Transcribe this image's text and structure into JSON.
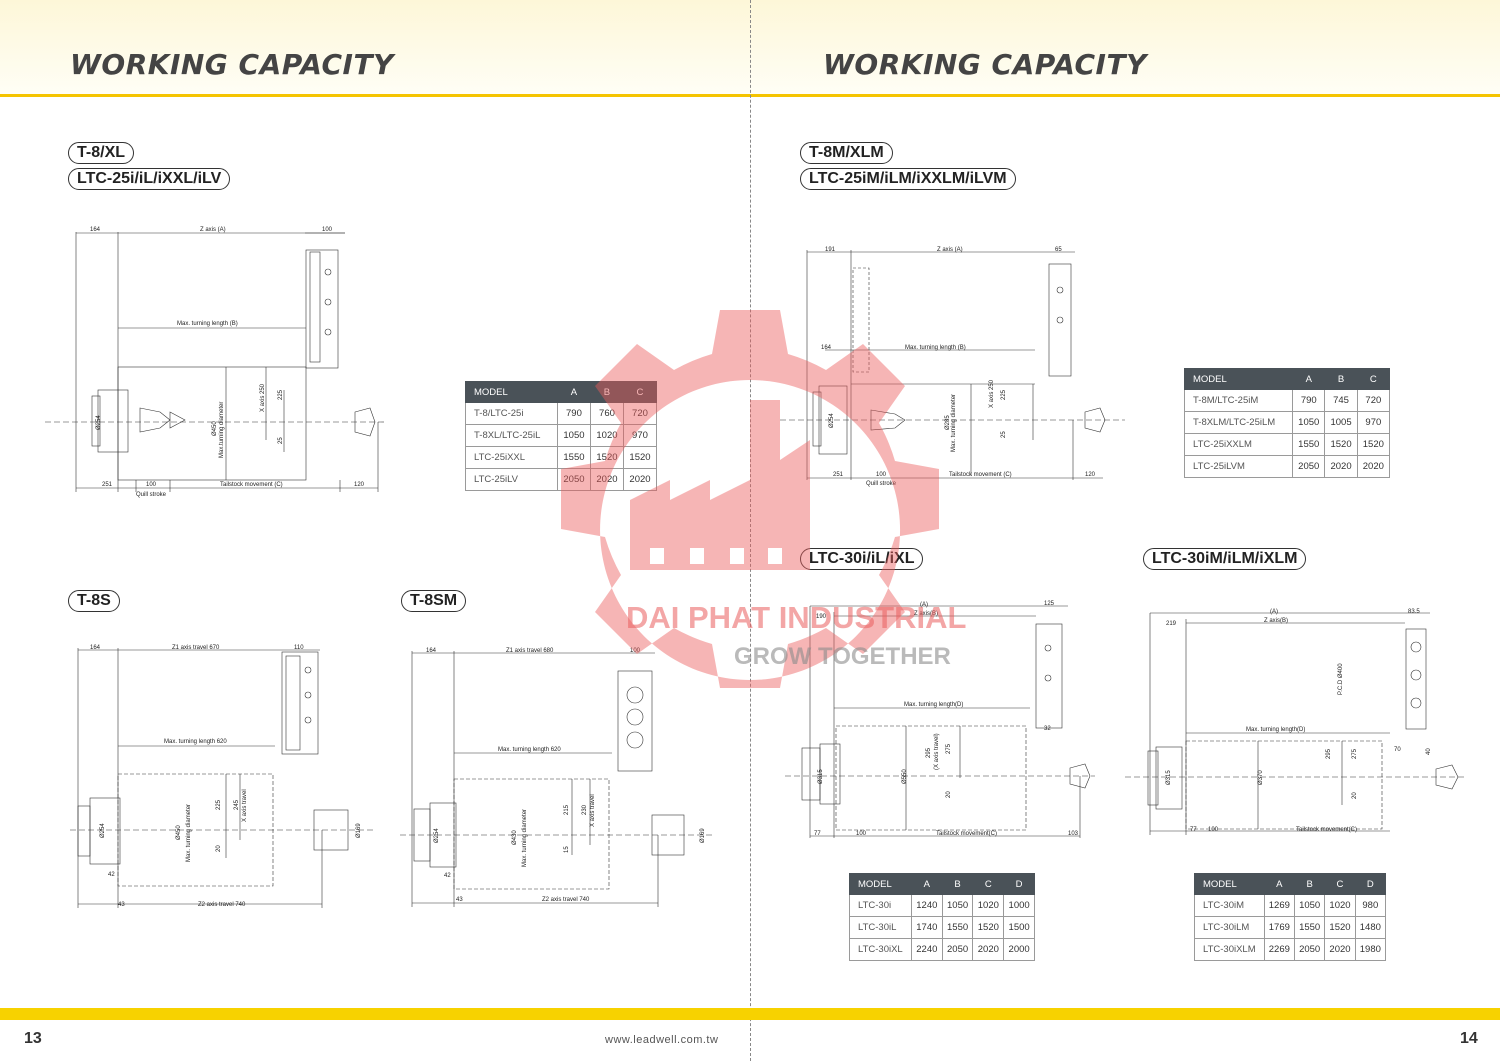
{
  "header": {
    "left_title": "WORKING CAPACITY",
    "right_title": "WORKING CAPACITY"
  },
  "sections": {
    "t8": {
      "label1": "T-8/XL",
      "label2": "LTC-25i/iL/iXXL/iLV"
    },
    "t8m": {
      "label1": "T-8M/XLM",
      "label2": "LTC-25iM/iLM/iXXLM/iLVM"
    },
    "t8s": {
      "label": "T-8S"
    },
    "t8sm": {
      "label": "T-8SM"
    },
    "ltc30": {
      "label": "LTC-30i/iL/iXL"
    },
    "ltc30m": {
      "label": "LTC-30iM/iLM/iXLM"
    }
  },
  "drawings": {
    "t8": {
      "d164": "164",
      "z_axis": "Z axis (A)",
      "d100": "100",
      "max_turn": "Max. turning length (B)",
      "d254": "Ø254",
      "d450": "Ø450",
      "max_dia": "Max.turning diameter",
      "x250": "X axis 250",
      "d225": "225",
      "d25": "25",
      "d251": "251",
      "d100b": "100",
      "quill": "Quill stroke",
      "tail": "Tailstock movement (C)",
      "d120": "120"
    },
    "t8m": {
      "d191": "191",
      "z_axis": "Z axis (A)",
      "d65": "65",
      "d164": "164",
      "max_turn": "Max. turning length (B)",
      "d254": "Ø254",
      "d285": "Ø285",
      "max_dia": "Max. turning diameter",
      "x250": "X axis 250",
      "d225": "225",
      "d25": "25",
      "d251": "251",
      "d100": "100",
      "quill": "Quill stroke",
      "tail": "Tailstock movement (C)",
      "d120": "120"
    },
    "t8s": {
      "d164": "164",
      "z1": "Z1 axis travel 670",
      "d110": "110",
      "max_turn": "Max. turning length 620",
      "d254": "Ø254",
      "d450": "Ø450",
      "max_dia": "Max. turning diameter",
      "d225": "225",
      "d245": "245",
      "xaxis": "X axis travel",
      "d20": "20",
      "d169": "Ø169",
      "d42": "42",
      "d43": "43",
      "z2": "Z2 axis travel 740"
    },
    "t8sm": {
      "d164": "164",
      "z1": "Z1 axis travel 680",
      "d100": "100",
      "max_turn": "Max. turning length 620",
      "d254": "Ø254",
      "d430": "Ø430",
      "max_dia": "Max. turning diameter",
      "d215": "215",
      "d230": "230",
      "xaxis": "X axis travel",
      "d15": "15",
      "d169": "Ø169",
      "d42": "42",
      "d43": "43",
      "z2": "Z2 axis travel 740"
    },
    "ltc30": {
      "d190": "190",
      "a": "(A)",
      "z_axis": "Z axis(B)",
      "d125": "125",
      "max_turn": "Max. turning length(D)",
      "d32": "32",
      "d315": "Ø315",
      "d550": "Ø550",
      "d295": "295",
      "xaxis": "(X axis travel)",
      "d275": "275",
      "d20": "20",
      "d77": "77",
      "d100": "100",
      "tail": "Tailstock movement(C)",
      "d103": "103"
    },
    "ltc30m": {
      "d219": "219",
      "a": "(A)",
      "z_axis": "Z axis(B)",
      "d835": "83.5",
      "pcd": "P.C.D Ø400",
      "max_turn": "Max. turning length(D)",
      "d70": "70",
      "d40": "40",
      "d315": "Ø315",
      "d370": "Ø370",
      "d295": "295",
      "d275": "275",
      "d20": "20",
      "d77": "77",
      "d100": "100",
      "tail": "Tailstock movement(C)"
    }
  },
  "tables": {
    "t8": {
      "headers": [
        "MODEL",
        "A",
        "B",
        "C"
      ],
      "rows": [
        [
          "T-8/LTC-25i",
          "790",
          "760",
          "720"
        ],
        [
          "T-8XL/LTC-25iL",
          "1050",
          "1020",
          "970"
        ],
        [
          "LTC-25iXXL",
          "1550",
          "1520",
          "1520"
        ],
        [
          "LTC-25iLV",
          "2050",
          "2020",
          "2020"
        ]
      ]
    },
    "t8m": {
      "headers": [
        "MODEL",
        "A",
        "B",
        "C"
      ],
      "rows": [
        [
          "T-8M/LTC-25iM",
          "790",
          "745",
          "720"
        ],
        [
          "T-8XLM/LTC-25iLM",
          "1050",
          "1005",
          "970"
        ],
        [
          "LTC-25iXXLM",
          "1550",
          "1520",
          "1520"
        ],
        [
          "LTC-25iLVM",
          "2050",
          "2020",
          "2020"
        ]
      ]
    },
    "ltc30": {
      "headers": [
        "MODEL",
        "A",
        "B",
        "C",
        "D"
      ],
      "rows": [
        [
          "LTC-30i",
          "1240",
          "1050",
          "1020",
          "1000"
        ],
        [
          "LTC-30iL",
          "1740",
          "1550",
          "1520",
          "1500"
        ],
        [
          "LTC-30iXL",
          "2240",
          "2050",
          "2020",
          "2000"
        ]
      ]
    },
    "ltc30m": {
      "headers": [
        "MODEL",
        "A",
        "B",
        "C",
        "D"
      ],
      "rows": [
        [
          "LTC-30iM",
          "1269",
          "1050",
          "1020",
          "980"
        ],
        [
          "LTC-30iLM",
          "1769",
          "1550",
          "1520",
          "1480"
        ],
        [
          "LTC-30iXLM",
          "2269",
          "2050",
          "2020",
          "1980"
        ]
      ]
    }
  },
  "watermark": {
    "line1": "DAI PHAT INDUSTRIAL",
    "line2": "GROW TOGETHER"
  },
  "footer": {
    "left_page": "13",
    "right_page": "14",
    "url": "www.leadwell.com.tw"
  },
  "colors": {
    "accent_yellow": "#f5c400",
    "table_header": "#4a5258",
    "watermark_red": "#ea5c5c"
  }
}
